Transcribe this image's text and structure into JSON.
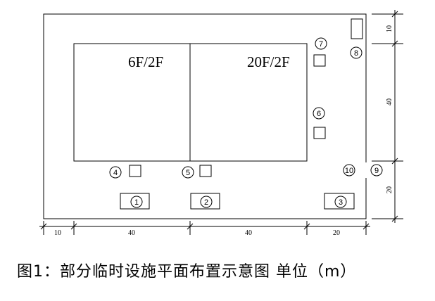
{
  "labels": {
    "building_left": "6F/2F",
    "building_right": "20F/2F"
  },
  "facilities": [
    "1",
    "2",
    "3",
    "4",
    "5",
    "6",
    "7",
    "8",
    "9",
    "10"
  ],
  "dimensions": {
    "bottom": [
      "10",
      "40",
      "40",
      "20"
    ],
    "right": [
      "10",
      "40",
      "20"
    ]
  },
  "caption": "图1：部分临时设施平面布置示意图 单位（m）"
}
